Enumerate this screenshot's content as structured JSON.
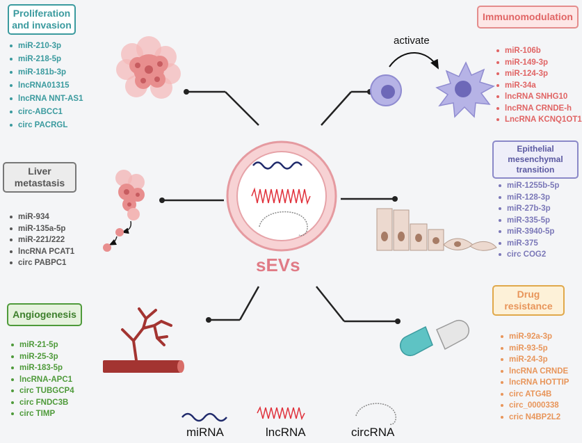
{
  "center": {
    "label": "sEVs",
    "color": "#e07b86"
  },
  "legend": [
    {
      "label": "miRNA",
      "icon": "mirna-icon"
    },
    {
      "label": "lncRNA",
      "icon": "lncrna-icon"
    },
    {
      "label": "circRNA",
      "icon": "circrna-icon"
    }
  ],
  "panels": {
    "proliferation": {
      "title": "Proliferation and invasion",
      "color": "#3a9a9e",
      "items": [
        "miR-210-3p",
        "miR-218-5p",
        "miR-181b-3p",
        "lncRNA01315",
        "lncRNA NNT-AS1",
        "circ-ABCC1",
        "circ PACRGL"
      ]
    },
    "immunomodulation": {
      "title": "Immunomodulation",
      "annotation": "activate",
      "color": "#e06464",
      "items": [
        "miR-106b",
        "miR-149-3p",
        "miR-124-3p",
        "miR-34a",
        "lncRNA SNHG10",
        "lncRNA CRNDE-h",
        "LncRNA KCNQ1OT1"
      ]
    },
    "liver": {
      "title": "Liver metastasis",
      "color": "#555555",
      "items": [
        "miR-934",
        "miR-135a-5p",
        "miR-221/222",
        "lncRNA PCAT1",
        "circ PABPC1"
      ]
    },
    "emt": {
      "title": "Epithelial mesenchymal transition",
      "color": "#7b78b8",
      "items": [
        "miR-1255b-5p",
        "miR-128-3p",
        "miR-27b-3p",
        "miR-335-5p",
        "miR-3940-5p",
        "miR-375",
        "circ COG2"
      ]
    },
    "angiogenesis": {
      "title": "Angiogenesis",
      "color": "#4e9a3a",
      "items": [
        "miR-21-5p",
        "miR-25-3p",
        "miR-183-5p",
        "lncRNA-APC1",
        "circ TUBGCP4",
        "circ FNDC3B",
        "circ TIMP"
      ]
    },
    "drug": {
      "title": "Drug resistance",
      "color": "#e8955a",
      "items": [
        "miR-92a-3p",
        "miR-93-5p",
        "miR-24-3p",
        "lncRNA CRNDE",
        "lncRNA HOTTIP",
        "circ ATG4B",
        "circ_0000338",
        "cric N4BP2L2"
      ]
    }
  }
}
